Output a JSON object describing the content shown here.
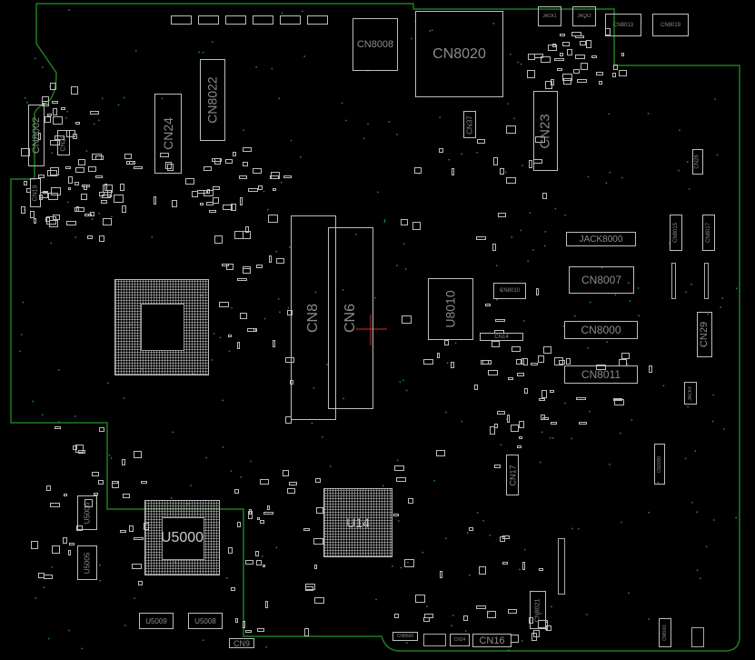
{
  "colors": {
    "outline": "#1e7d1e",
    "silkscreen": "#bdbdbd",
    "label": "#8a8a8a",
    "via": "#1f8f6a",
    "cursor": "#d03030",
    "background": "#000000"
  },
  "components": {
    "cn8008": "CN8008",
    "cn8020": "CN8020",
    "jack1": "JACK1",
    "jack2": "JACK2",
    "cn8013": "CN8013",
    "cn8019": "CN8019",
    "cn23": "CN23",
    "cn26": "CN26",
    "jack8000": "JACK8000",
    "cn8015": "CN8015",
    "cn8017": "CN8017",
    "cn8007": "CN8007",
    "cn8000": "CN8000",
    "cn8011": "CN8011",
    "cn29": "CN29",
    "jack4": "JACK4",
    "cn8002": "CN8002",
    "cn20": "CN20",
    "cn19": "CN19",
    "cn24": "CN24",
    "cn8022": "CN8022",
    "cn37": "CN37",
    "cn8": "CN8",
    "cn6": "CN6",
    "u8010": "U8010",
    "cn8010": "CN8010",
    "cn14": "CN14",
    "u14": "U14",
    "u5000": "U5000",
    "u5006": "U5006",
    "u5005": "U5005",
    "cn9": "CN9",
    "u5009": "U5009",
    "u5008": "U5008",
    "cn8600": "CN8600",
    "cn24b": "CN24",
    "cn16": "CN16",
    "cn8021": "CN8021",
    "cn8001": "CN8001",
    "cn17": "CN17",
    "cn3000": "CN3000"
  }
}
